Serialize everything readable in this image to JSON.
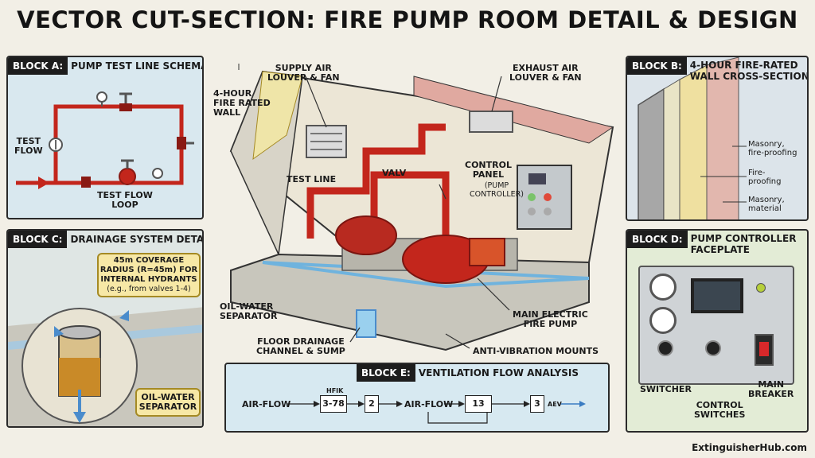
{
  "title": "VECTOR CUT-SECTION: FIRE PUMP ROOM DETAIL & DESIGN",
  "colors": {
    "pipe": "#c3261c",
    "panel_a": "#d9e8ef",
    "panel_b": "#dce4ea",
    "panel_c": "#dfe6e4",
    "panel_d": "#e3ecd6",
    "panel_e": "#d7e9f1",
    "callout": "#f7e8a6",
    "water": "#6fb3de"
  },
  "block_a": {
    "tag": "BLOCK A:",
    "title": "PUMP TEST LINE SCHEMATIC",
    "test_flow": "TEST\nFLOW",
    "loop_label": "TEST FLOW\nLOOP"
  },
  "block_b": {
    "tag": "BLOCK B:",
    "title": "4-HOUR FIRE-RATED\nWALL CROSS-SECTION",
    "labels": [
      "Masonry,\nfire-proofing",
      "Fire-\nproofing",
      "Masonry,\nmaterial"
    ]
  },
  "block_c": {
    "tag": "BLOCK C:",
    "title": "DRAINAGE SYSTEM DETAIL",
    "callout": "45m COVERAGE\nRADIUS (R=45m) FOR\nINTERNAL HYDRANTS",
    "callout_note": "(e.g., from valves 1-4)",
    "separator": "OIL-WATER\nSEPARATOR"
  },
  "block_d": {
    "tag": "BLOCK D:",
    "title": "PUMP CONTROLLER\nFACEPLATE",
    "switcher": "SWITCHER",
    "control_switches": "CONTROL\nSWITCHES",
    "main_breaker": "MAIN\nBREAKER"
  },
  "block_e": {
    "tag": "BLOCK E:",
    "title": "VENTILATION FLOW ANALYSIS",
    "airflow_1": "AIR-FLOW",
    "airflow_2": "AIR-FLOW",
    "boxes": [
      "3-78",
      "2",
      "13",
      "3"
    ],
    "small_top": "HFIK",
    "small_end": "AEV"
  },
  "center": {
    "supply_air": "SUPPLY AIR\nLOUVER & FAN",
    "exhaust_air": "EXHAUST AIR\nLOUVER & FAN",
    "wall": "4-HOUR\nFIRE RATED\nWALL",
    "test_line": "TEST LINE",
    "valve": "VALV",
    "control_panel": "CONTROL\nPANEL",
    "pump_controller": "(PUMP\nCONTROLLER)",
    "oil_water": "OIL-WATER\nSEPARATOR",
    "floor_drain": "FLOOR DRAINAGE\nCHANNEL & SUMP",
    "main_pump": "MAIN ELECTRIC\nFIRE PUMP",
    "anti_vibration": "ANTI-VIBRATION MOUNTS"
  },
  "brand": "ExtinguisherHub.com"
}
